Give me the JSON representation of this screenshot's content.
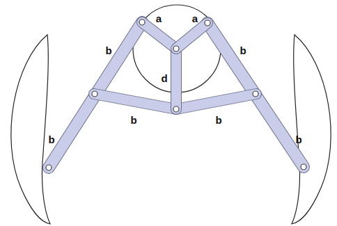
{
  "diagram": {
    "labels": [
      "a",
      "a",
      "b",
      "b",
      "d",
      "b",
      "b",
      "b",
      "b"
    ]
  }
}
